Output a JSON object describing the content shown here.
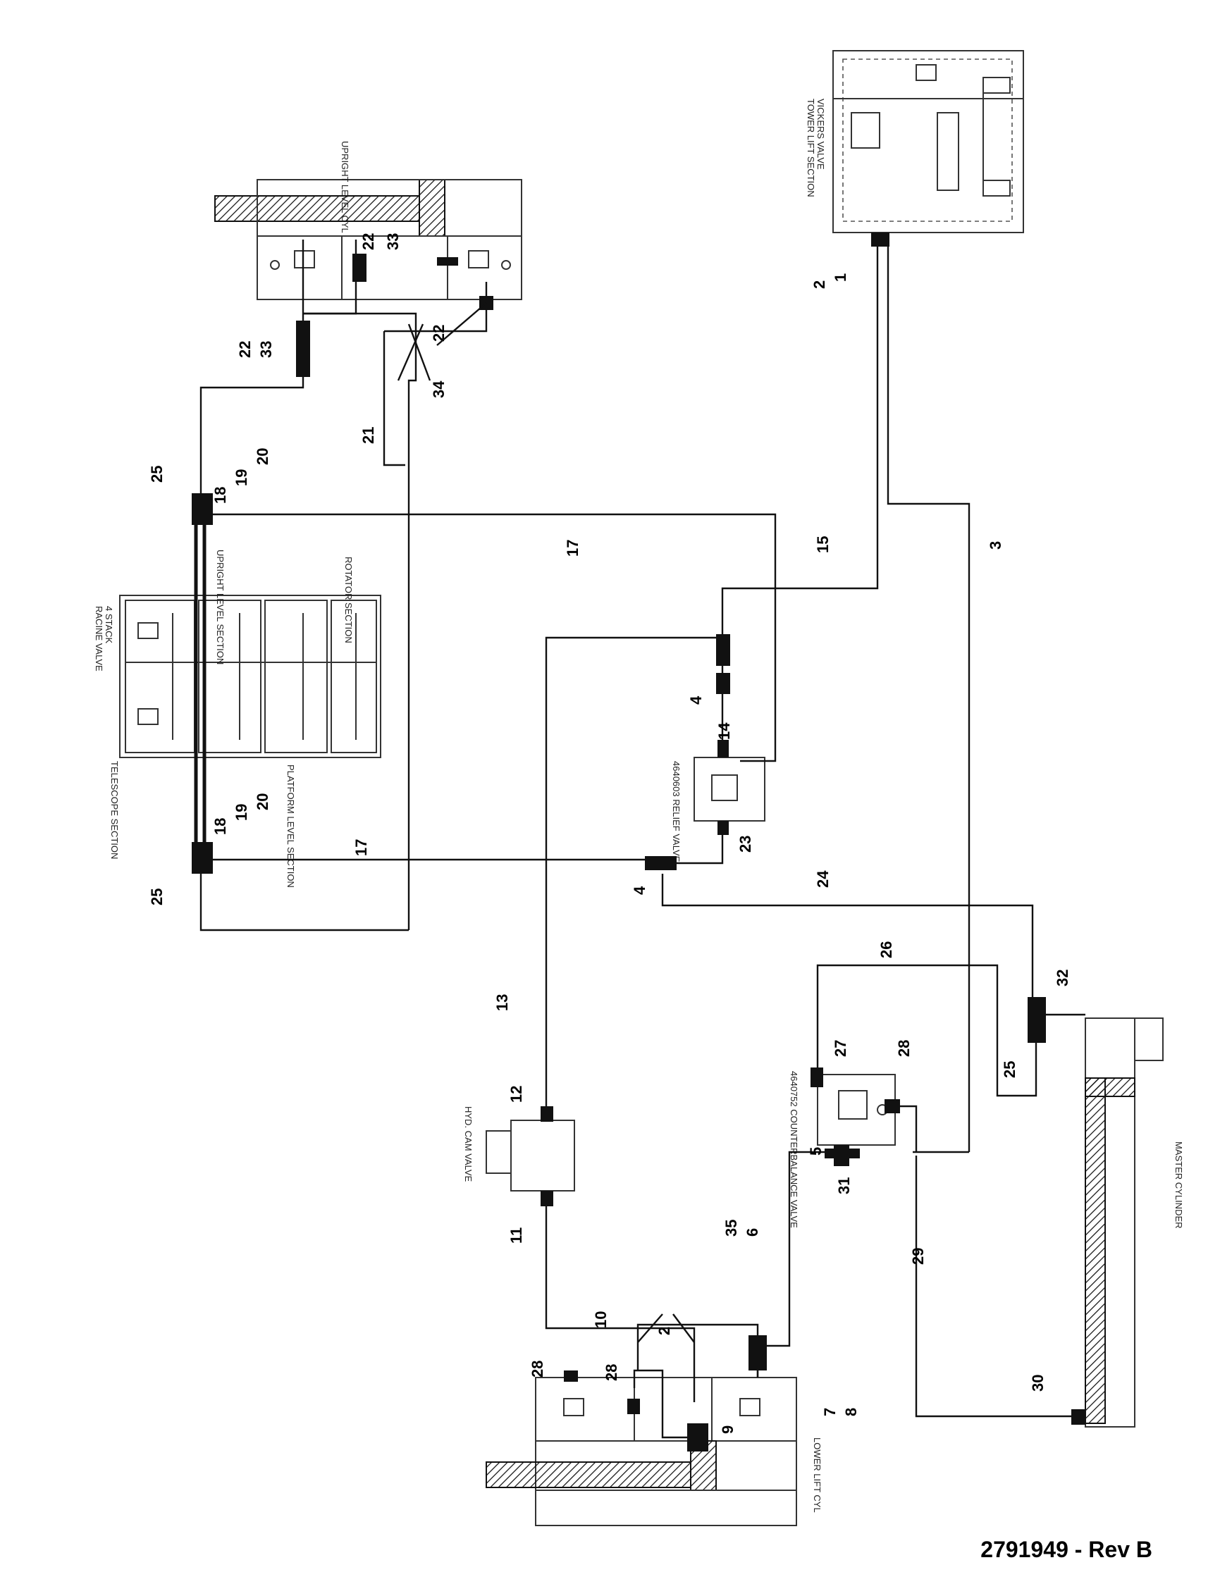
{
  "document_number": "2791949 - Rev B",
  "component_labels": {
    "upright_level_cyl": "UPRIGHT LEVEL CYL",
    "vickers_valve": "VICKERS VALVE",
    "tower_lift_section": "TOWER LIFT SECTION",
    "stack_valve_line1": "4 STACK",
    "stack_valve_line2": "RACINE VALVE",
    "telescope_section": "TELESCOPE SECTION",
    "upright_level_section": "UPRIGHT LEVEL SECTION",
    "rotator_section": "ROTATOR SECTION",
    "platform_level_section": "PLATFORM LEVEL SECTION",
    "relief_valve": "4640603 RELIEF VALVE",
    "counterbalance_valve": "4640752 COUNTERBALANCE VALVE",
    "cam_valve": "HYD. CAM VALVE",
    "master_cylinder": "MASTER CYLINDER",
    "lower_lift_cyl": "LOWER LIFT CYL"
  },
  "callouts": {
    "c1": "1",
    "c2a": "2",
    "c2b": "2",
    "c3": "3",
    "c4a": "4",
    "c4b": "4",
    "c5": "5",
    "c6": "6",
    "c7": "7",
    "c8": "8",
    "c9": "9",
    "c10": "10",
    "c11": "11",
    "c12": "12",
    "c13": "13",
    "c14": "14",
    "c15": "15",
    "c17a": "17",
    "c17b": "17",
    "c18a": "18",
    "c18b": "18",
    "c19a": "19",
    "c19b": "19",
    "c20a": "20",
    "c20b": "20",
    "c21": "21",
    "c22a": "22",
    "c22b": "22",
    "c22c": "22",
    "c23": "23",
    "c24": "24",
    "c25a": "25",
    "c25b": "25",
    "c25c": "25",
    "c26": "26",
    "c27": "27",
    "c28a": "28",
    "c28b": "28",
    "c28c": "28",
    "c29": "29",
    "c30": "30",
    "c31": "31",
    "c32": "32",
    "c33a": "33",
    "c33b": "33",
    "c34": "34",
    "c35": "35"
  }
}
